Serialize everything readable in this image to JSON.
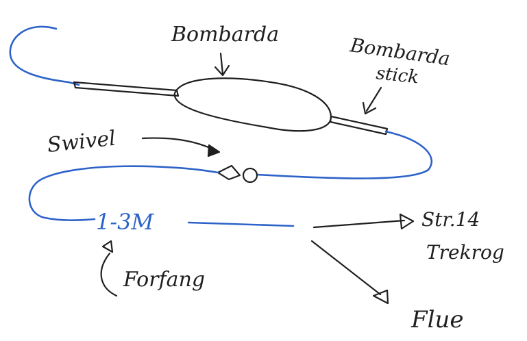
{
  "labels": {
    "bombarda": "Bombarda",
    "bombarda_stick_line1": "Bombarda",
    "bombarda_stick_line2": "stick",
    "swivel": "Swivel",
    "length": "1-3M",
    "str": "Str.14",
    "trekrog": "Trekrog",
    "forfang": "Forfang",
    "flue": "Flue"
  },
  "colors": {
    "ink": "#1f1f1f",
    "line_blue": "#2d63c8"
  }
}
